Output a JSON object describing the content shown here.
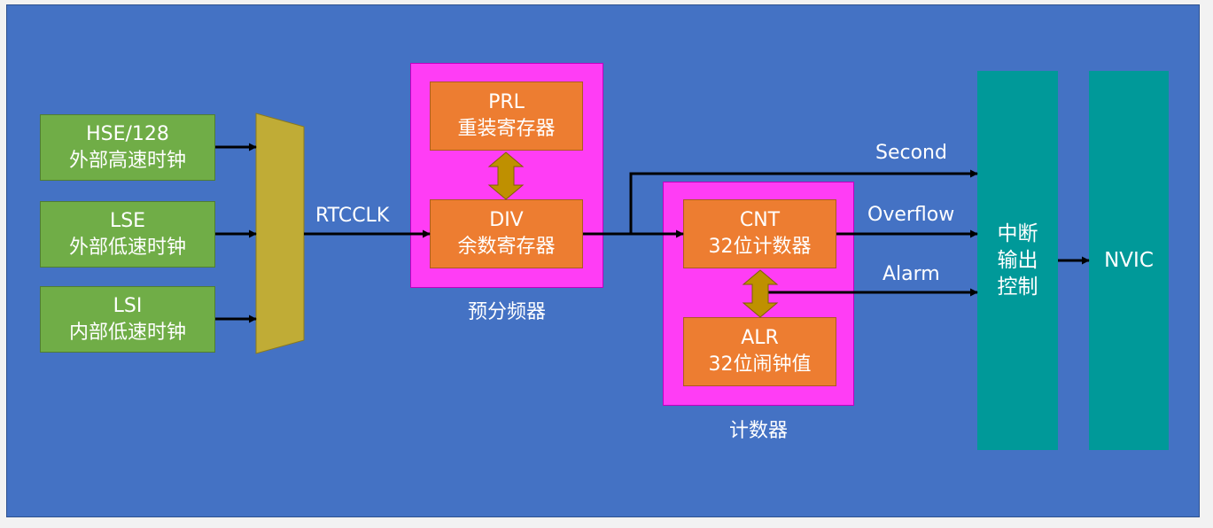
{
  "sources": {
    "hse": {
      "line1": "HSE/128",
      "line2": "外部高速时钟"
    },
    "lse": {
      "line1": "LSE",
      "line2": "外部低速时钟"
    },
    "lsi": {
      "line1": "LSI",
      "line2": "内部低速时钟"
    }
  },
  "mux_output_label": "RTCCLK",
  "prescaler": {
    "caption": "预分频器",
    "prl": {
      "name": "PRL",
      "desc": "重装寄存器"
    },
    "div": {
      "name": "DIV",
      "desc": "余数寄存器"
    }
  },
  "counter": {
    "caption": "计数器",
    "cnt": {
      "name": "CNT",
      "desc": "32位计数器"
    },
    "alr": {
      "name": "ALR",
      "desc": "32位闹钟值"
    }
  },
  "signals": {
    "second": "Second",
    "overflow": "Overflow",
    "alarm": "Alarm"
  },
  "interrupt_control": {
    "line1": "中断",
    "line2": "输出",
    "line3": "控制"
  },
  "nvic": "NVIC",
  "colors": {
    "background": "#4472c4",
    "source_green": "#70ad47",
    "mux_olive": "#c0ac36",
    "group_magenta": "#ff3df5",
    "register_orange": "#ed7d31",
    "bidir_arrow": "#bf9000",
    "block_teal": "#009999"
  }
}
